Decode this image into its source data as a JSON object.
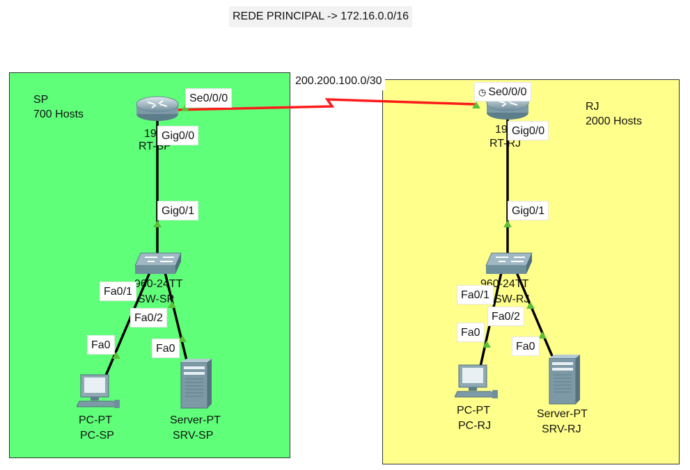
{
  "title_note": "REDE PRINCIPAL -> 172.16.0.0/16",
  "wan_note": "200.200.100.0/30",
  "areas": {
    "sp": {
      "name": "SP",
      "hosts": "700 Hosts",
      "color": "#5fff7a"
    },
    "rj": {
      "name": "RJ",
      "hosts": "2000 Hosts",
      "color": "#ffff8c"
    }
  },
  "routers": {
    "sp": {
      "model": "19",
      "name": "RT-SP"
    },
    "rj": {
      "model": "19",
      "name": "RT-RJ"
    }
  },
  "switches": {
    "sp": {
      "model": "960-24TT",
      "name": "SW-SP"
    },
    "rj": {
      "model": "960-24TT",
      "name": "SW-RJ"
    }
  },
  "pcs": {
    "sp": {
      "model": "PC-PT",
      "name": "PC-SP"
    },
    "rj": {
      "model": "PC-PT",
      "name": "PC-RJ"
    }
  },
  "servers": {
    "sp": {
      "model": "Server-PT",
      "name": "SRV-SP"
    },
    "rj": {
      "model": "Server-PT",
      "name": "SRV-RJ"
    }
  },
  "ports": {
    "sp_rt_serial": "Se0/0/0",
    "sp_rt_gig00": "Gig0/0",
    "sp_sw_gig01": "Gig0/1",
    "sp_sw_fa01": "Fa0/1",
    "sp_sw_fa02": "Fa0/2",
    "sp_pc_fa0": "Fa0",
    "sp_srv_fa0": "Fa0",
    "rj_rt_serial": "Se0/0/0",
    "rj_rt_gig00": "Gig0/0",
    "rj_sw_gig01": "Gig0/1",
    "rj_sw_fa01": "Fa0/1",
    "rj_sw_fa02": "Fa0/2",
    "rj_pc_fa0": "Fa0",
    "rj_srv_fa0": "Fa0"
  },
  "colors": {
    "serial_link": "#ff1a1a",
    "ethernet_link": "#000000",
    "link_up": "#5bbf3a"
  },
  "icons": {
    "router": "router-icon",
    "switch": "switch-icon",
    "pc": "pc-icon",
    "server": "server-icon",
    "clock": "clock-icon"
  }
}
